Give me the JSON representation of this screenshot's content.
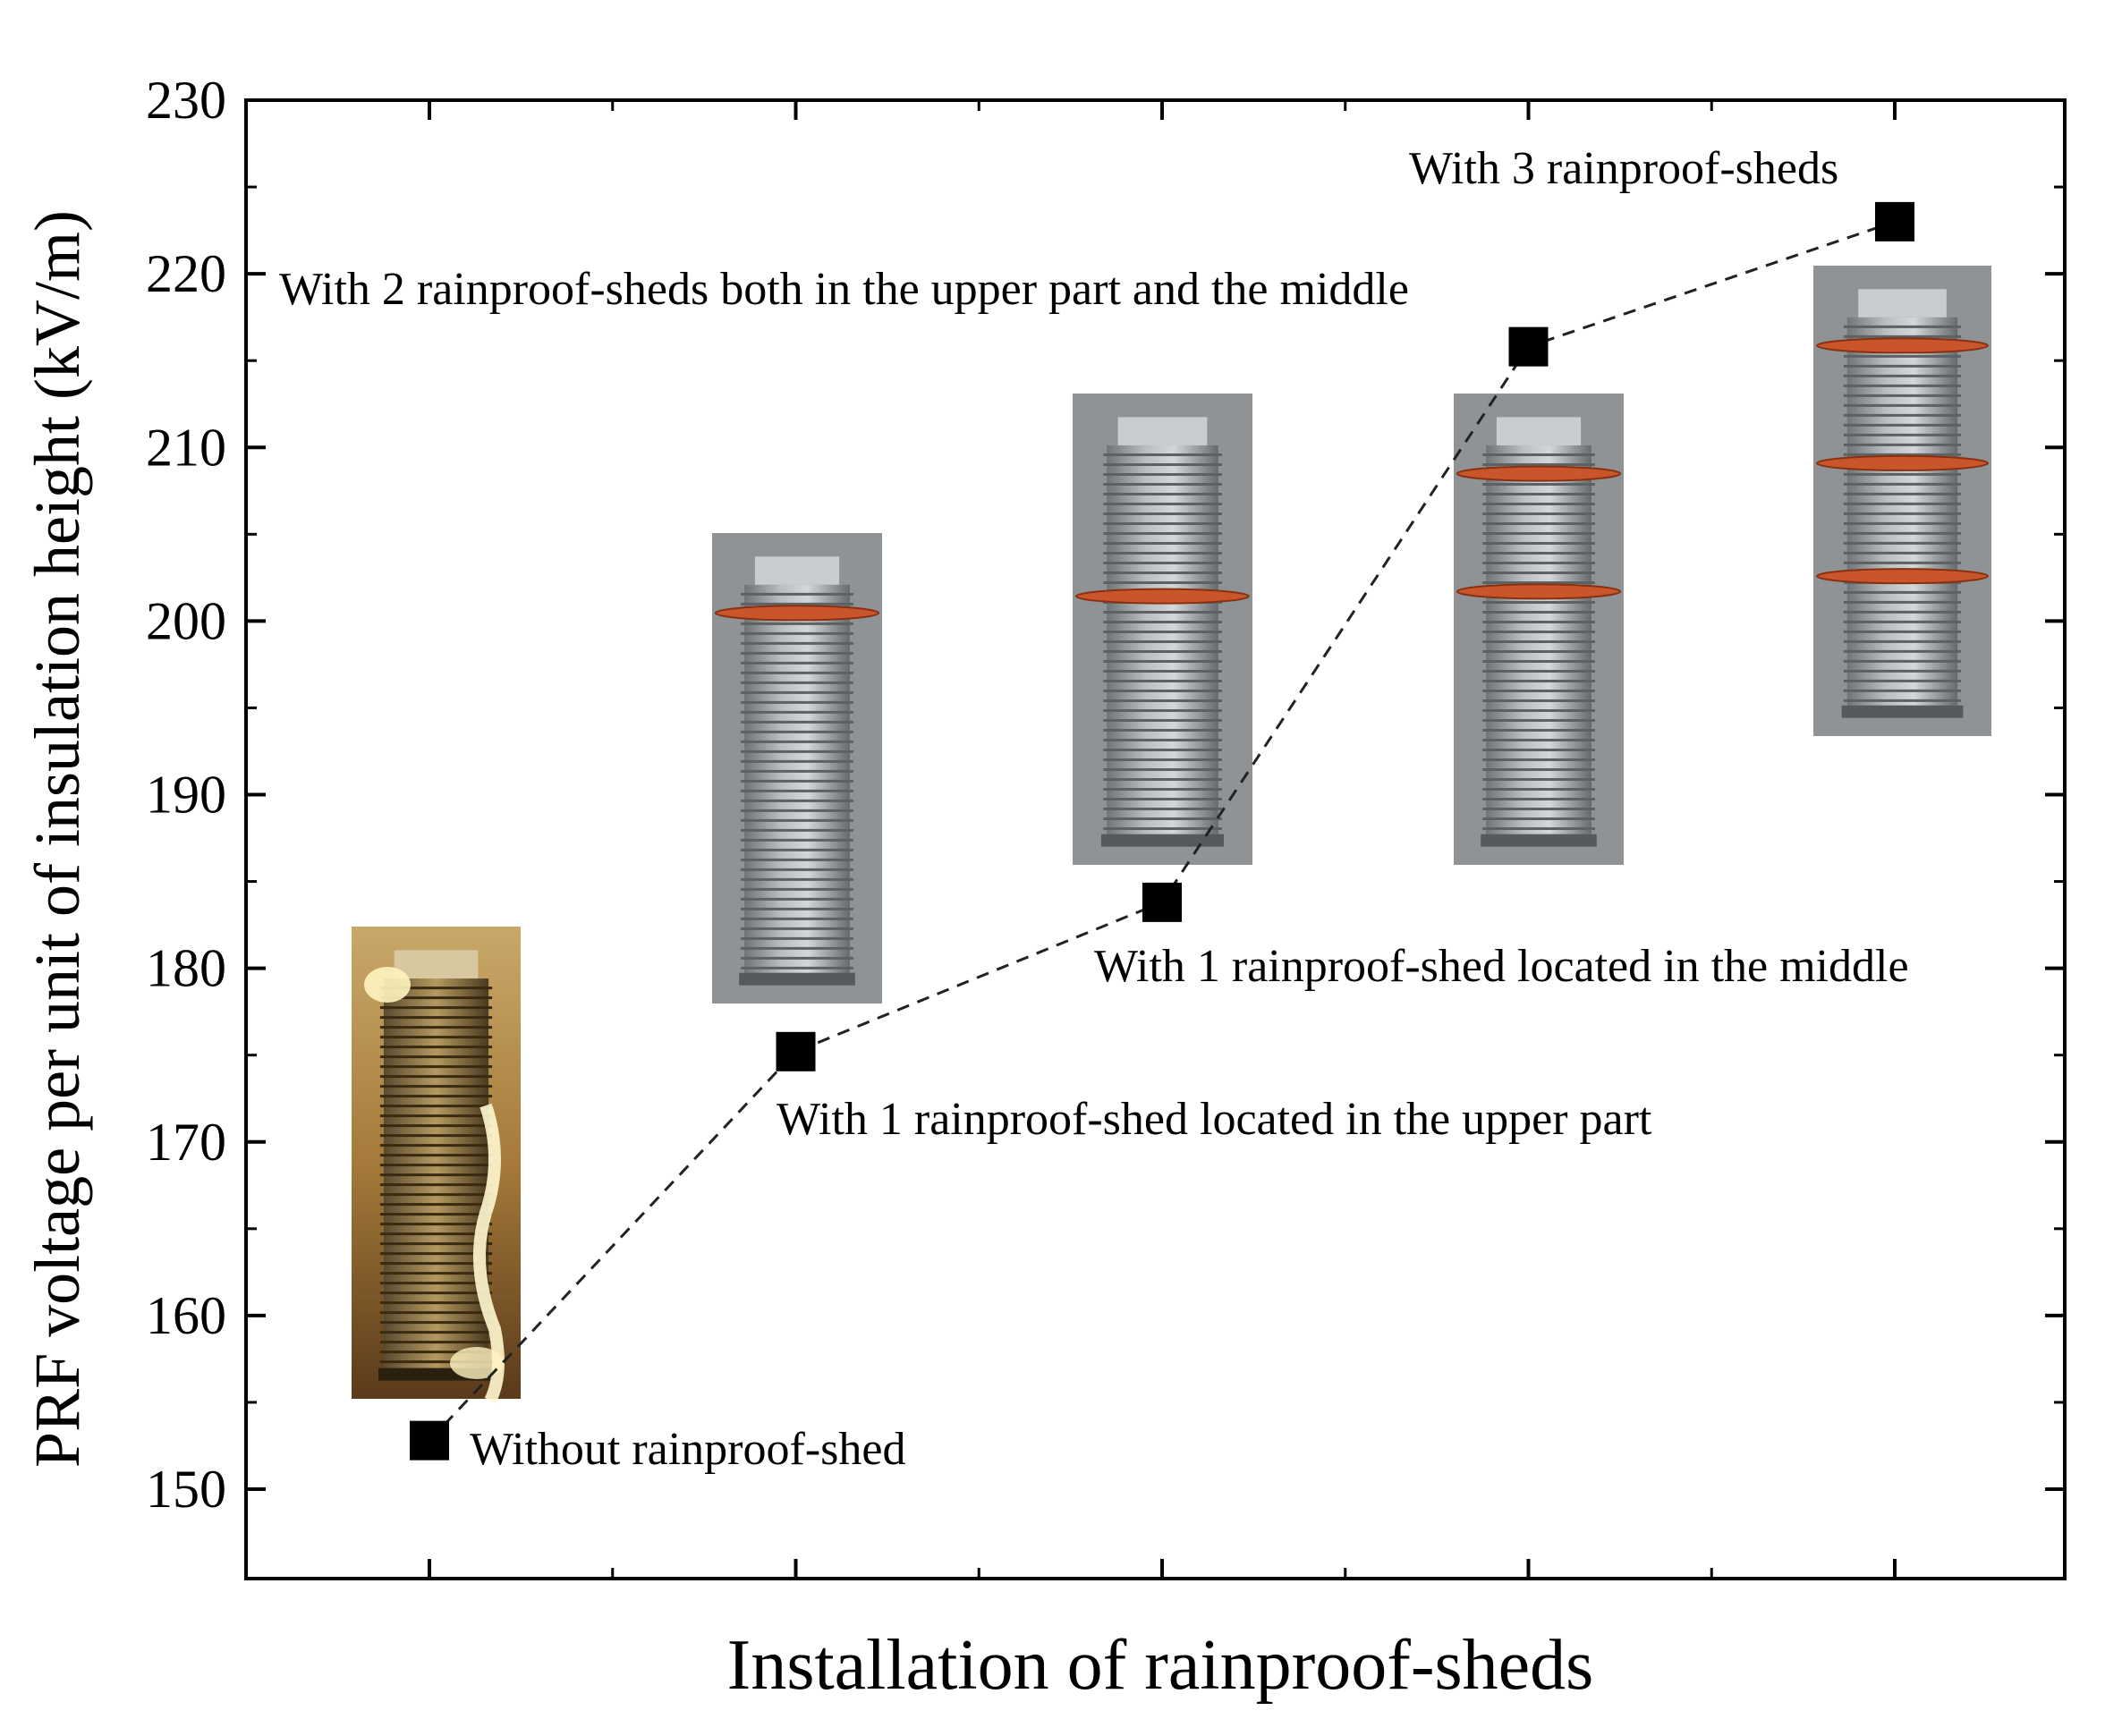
{
  "chart_data": {
    "type": "scatter",
    "title": "",
    "xlabel": "Installation of rainproof-sheds",
    "ylabel": "PRF voltage per unit of insulation height (kV/m)",
    "ylim": [
      145,
      230
    ],
    "yticks": [
      150,
      160,
      170,
      180,
      190,
      200,
      210,
      220,
      230
    ],
    "xlim": [
      0.5,
      5.5
    ],
    "categories": [
      "Without rainproof-shed",
      "With 1 rainproof-shed located in the upper part",
      "With 1 rainproof-shed located in the middle",
      "With 2 rainproof-sheds both in the upper part and the middle",
      "With 3 rainproof-sheds"
    ],
    "values": [
      152.8,
      175.2,
      183.8,
      215.8,
      223.0
    ],
    "marker": "square",
    "marker_color": "#000000",
    "line_style": "dashed",
    "grid": false,
    "legend": "none",
    "images": [
      "insulator-fire-photo",
      "insulator-photo",
      "insulator-photo",
      "insulator-photo",
      "insulator-photo"
    ]
  }
}
